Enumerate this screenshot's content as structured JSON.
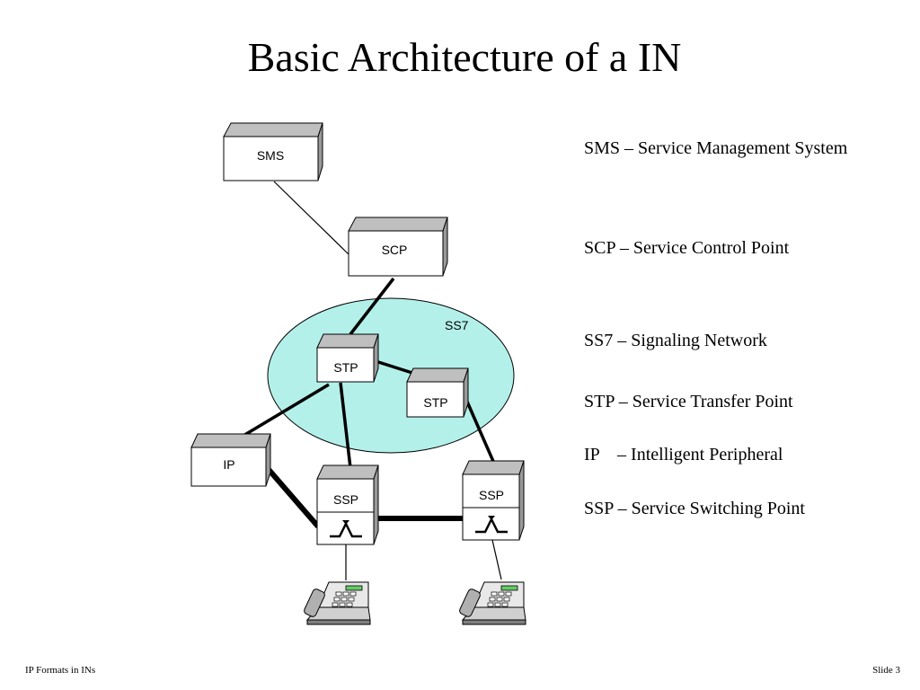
{
  "slide": {
    "title": "Basic Architecture of a IN",
    "footer_left": "IP Formats in INs",
    "footer_right": "Slide 3"
  },
  "diagram": {
    "network_label": "SS7",
    "nodes": {
      "sms": "SMS",
      "scp": "SCP",
      "stp1": "STP",
      "stp2": "STP",
      "ip": "IP",
      "ssp1": "SSP",
      "ssp2": "SSP"
    },
    "colors": {
      "network_fill": "#b4f0ea",
      "box_top": "#bfbfbf",
      "box_side": "#9a9a9a",
      "box_face": "#ffffff"
    }
  },
  "legend": [
    "SMS – Service Management System",
    "SCP – Service Control Point",
    "SS7 – Signaling Network",
    "STP – Service Transfer Point",
    "IP    – Intelligent Peripheral",
    "SSP – Service Switching Point"
  ]
}
